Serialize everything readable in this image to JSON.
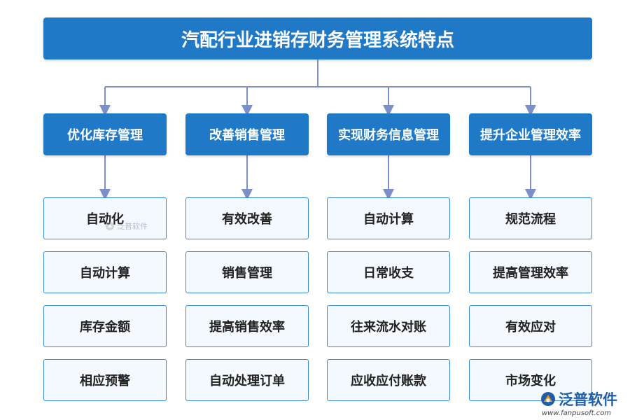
{
  "title": "汽配行业进销存财务管理系统特点",
  "columns": [
    {
      "label": "优化库存管理",
      "items": [
        "自动化",
        "自动计算",
        "库存金额",
        "相应预警"
      ]
    },
    {
      "label": "改善销售管理",
      "items": [
        "有效改善",
        "销售管理",
        "提高销售效率",
        "自动处理订单"
      ]
    },
    {
      "label": "实现财务信息管理",
      "items": [
        "自动计算",
        "日常收支",
        "往来流水对账",
        "应收应付账款"
      ]
    },
    {
      "label": "提升企业管理效率",
      "items": [
        "规范流程",
        "提高管理效率",
        "有效应对",
        "市场变化"
      ]
    }
  ],
  "watermark": {
    "small_text": "泛普软件",
    "brand": "泛普软件",
    "url": "www.fanpusoft.com"
  },
  "colors": {
    "primary": "#1f79c6",
    "line": "#7d8fc8",
    "item_bg": "#f3f9ff",
    "item_border": "#3a89cf"
  }
}
